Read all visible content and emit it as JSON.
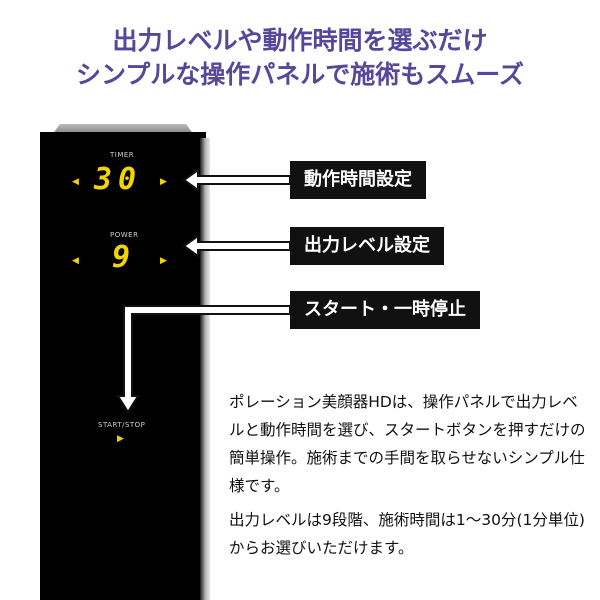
{
  "headline": {
    "line1": "出力レベルや動作時間を選ぶだけ",
    "line2": "シンプルな操作パネルで施術もスムーズ"
  },
  "panel": {
    "timer_label": "TIMER",
    "timer_value": "30",
    "power_label": "POWER",
    "power_value": "9",
    "startstop_label": "START/STOP",
    "arrow_left": "◀",
    "arrow_right": "▶"
  },
  "callouts": {
    "timer": "動作時間設定",
    "power": "出力レベル設定",
    "start": "スタート・一時停止"
  },
  "description": {
    "paragraph1": "ポレーション美顔器HDは、操作パネルで出力レベルと動作時間を選び、スタートボタンを押すだけの簡単操作。施術までの手間を取らせないシンプル仕様です。",
    "paragraph2": "出力レベルは9段階、施術時間は1〜30分(1分単位)からお選びいただけます。"
  },
  "colors": {
    "headline": "#56479a",
    "display": "#f2d400",
    "tag_bg": "#111111"
  }
}
